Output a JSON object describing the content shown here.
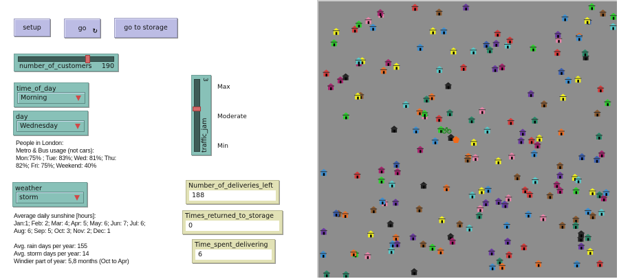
{
  "buttons": {
    "setup": "setup",
    "go": "go",
    "go_forever_icon": "forever-arrows-icon",
    "go_to_storage": "go to storage"
  },
  "slider_customers": {
    "label": "number_of_customers",
    "value": "190",
    "fraction": 0.74
  },
  "time_of_day": {
    "label": "time_of_day",
    "value": "Morning"
  },
  "day": {
    "label": "day",
    "value": "Wednesday"
  },
  "london_note": [
    "People in London:",
    "Metro & Bus usage (not cars):",
    "Mon:75% ; Tue: 83%; Wed: 81%; Thu:",
    "82%; Fri: 75%; Weekend: 40%"
  ],
  "traffic_jam": {
    "label": "traffic_jam",
    "value": "3",
    "fraction": 0.6,
    "labels": {
      "max": "Max",
      "moderate": "Moderate",
      "min": "Min"
    }
  },
  "weather": {
    "label": "weather",
    "value": "storm"
  },
  "sunshine_note": [
    "Average daily sunshine [hours]:",
    "Jan:1; Feb: 2; Mar: 4; Apr: 5; May: 6; Jun: 7; Jul: 6;",
    "Aug: 6; Sep: 5; Oct: 3; Nov: 2; Dec: 1"
  ],
  "climate_note": [
    "Avg. rain days per year: 155",
    "Avg. storm days per year: 14",
    "Windier part of year: 5,8 months (Oct to Apr)"
  ],
  "monitors": {
    "deliveries_left": {
      "label": "Number_of_deliveries_left",
      "value": "188"
    },
    "returned": {
      "label": "Times_returned_to_storage",
      "value": "0"
    },
    "time_spent": {
      "label": "Time_spent_delivering",
      "value": "6"
    }
  },
  "world": {
    "background": "#8d8d8d",
    "house_colors": [
      "#d63b3b",
      "#2fcf2f",
      "#2a8a6a",
      "#3d8fd0",
      "#3a5fb0",
      "#57c9c9",
      "#e883a8",
      "#a8246e",
      "#f0f020",
      "#8a5a30",
      "#e8702a",
      "#6a3aa0",
      "#222222"
    ],
    "house_count": 190,
    "bike_color": "#2a8a2a",
    "storage_color": "#f06a1a"
  }
}
